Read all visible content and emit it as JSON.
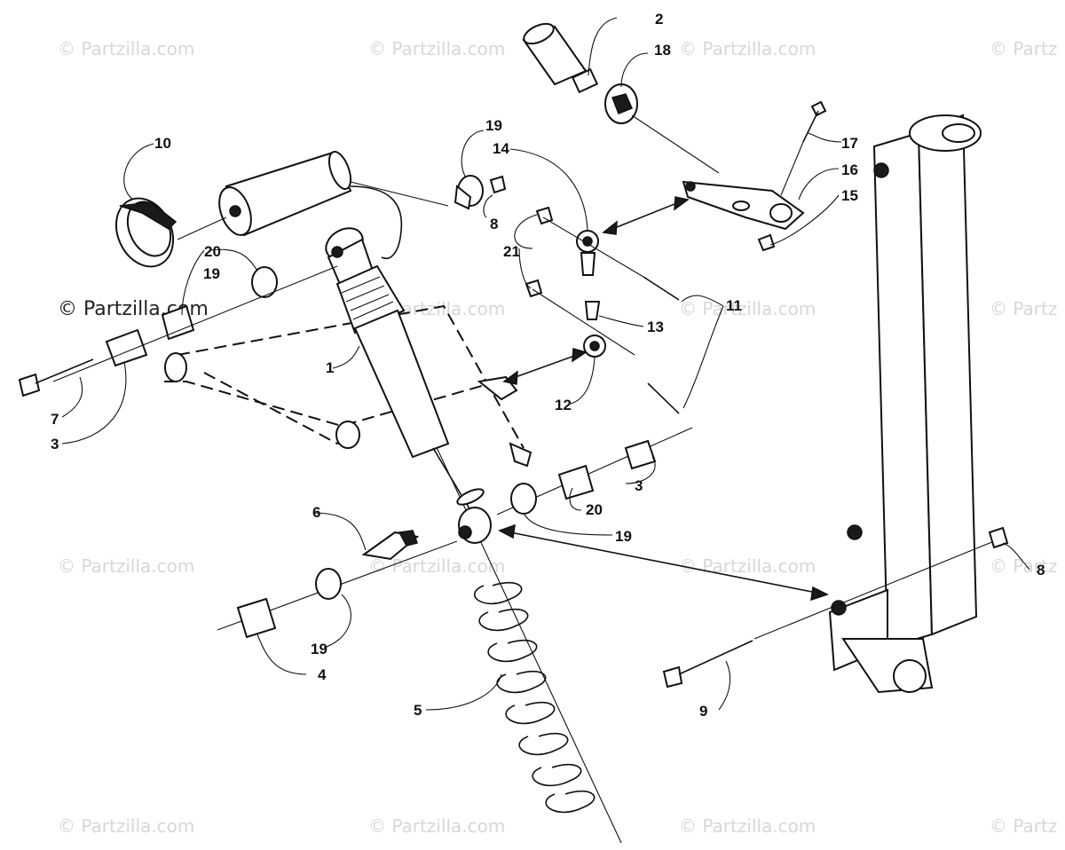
{
  "watermarks": {
    "text": "© Partzilla.com",
    "text_cropped": "© Partz",
    "prominent": "© Partzilla.com"
  },
  "callouts": {
    "c1": "1",
    "c2": "2",
    "c3a": "3",
    "c3b": "3",
    "c4": "4",
    "c5": "5",
    "c6": "6",
    "c7": "7",
    "c8a": "8",
    "c8b": "8",
    "c9": "9",
    "c10": "10",
    "c11": "11",
    "c12": "12",
    "c13": "13",
    "c14": "14",
    "c15": "15",
    "c16": "16",
    "c17": "17",
    "c18": "18",
    "c19a": "19",
    "c19b": "19",
    "c19c": "19",
    "c19d": "19",
    "c20a": "20",
    "c20b": "20",
    "c21": "21"
  },
  "colors": {
    "ink": "#111111",
    "watermark": "#d7d7d7",
    "background": "#ffffff"
  }
}
